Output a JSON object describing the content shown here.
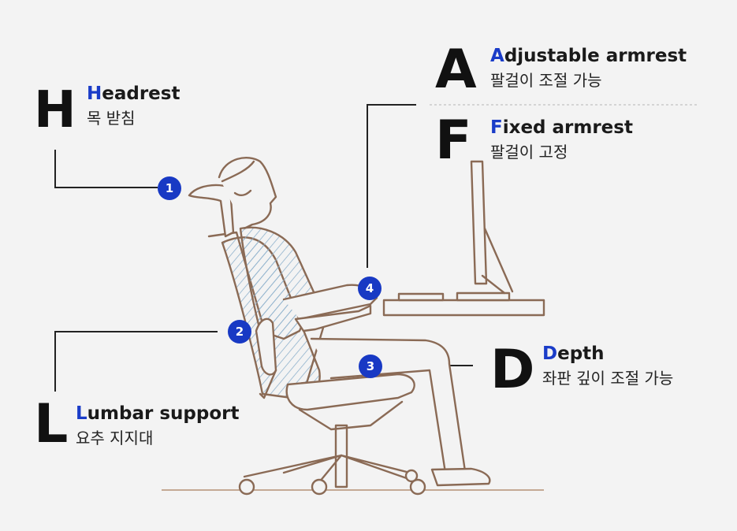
{
  "colors": {
    "background": "#f3f3f3",
    "accent": "#1839c4",
    "line_art": "#8a6a55",
    "hatch": "#8fb1cc"
  },
  "labels": {
    "headrest": {
      "letter": "H",
      "initial": "H",
      "rest": "eadrest",
      "sub": "목 받침"
    },
    "adjustable": {
      "letter": "A",
      "initial": "A",
      "rest": "djustable armrest",
      "sub": "팔걸이 조절 가능"
    },
    "fixed": {
      "letter": "F",
      "initial": "F",
      "rest": "ixed armrest",
      "sub": "팔걸이 고정"
    },
    "depth": {
      "letter": "D",
      "initial": "D",
      "rest": "epth",
      "sub": "좌판 깊이 조절 가능"
    },
    "lumbar": {
      "letter": "L",
      "initial": "L",
      "rest": "umbar support",
      "sub": "요추 지지대"
    }
  },
  "markers": [
    "1",
    "2",
    "3",
    "4"
  ]
}
